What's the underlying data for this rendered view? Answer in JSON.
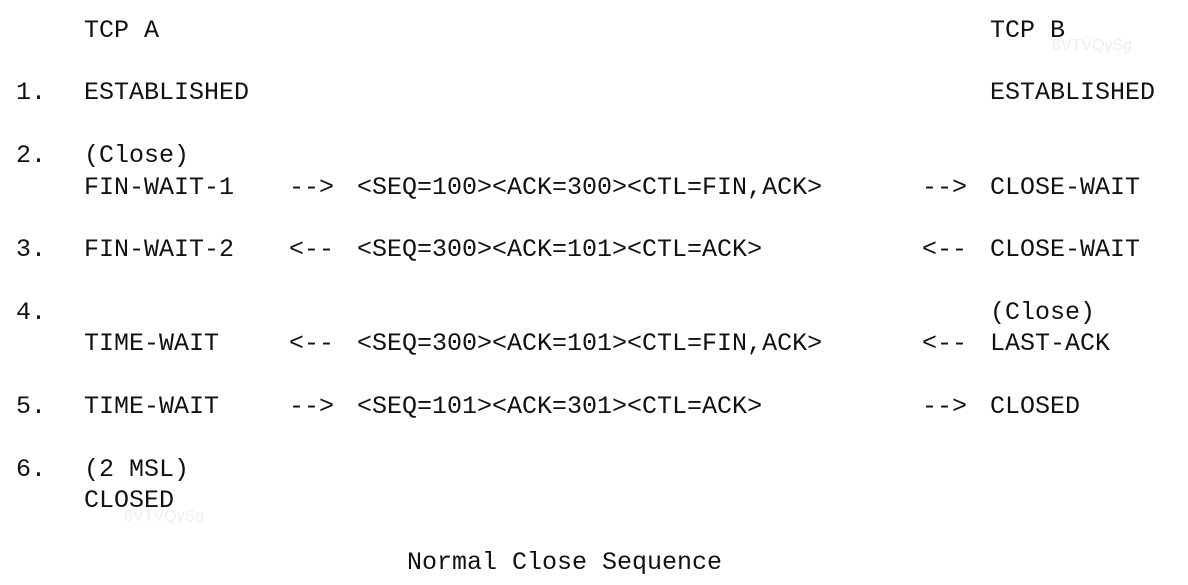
{
  "header": {
    "tcp_a": "TCP A",
    "tcp_b": "TCP B"
  },
  "steps": [
    {
      "num": "1.",
      "a_note": "",
      "a_state": "ESTABLISHED",
      "arrow_left": "",
      "segment": "",
      "arrow_right": "",
      "b_note": "",
      "b_state": "ESTABLISHED"
    },
    {
      "num": "2.",
      "a_note": "(Close)",
      "a_state": "FIN-WAIT-1",
      "arrow_left": "-->",
      "segment": "<SEQ=100><ACK=300><CTL=FIN,ACK>",
      "arrow_right": "-->",
      "b_note": "",
      "b_state": "CLOSE-WAIT"
    },
    {
      "num": "3.",
      "a_note": "",
      "a_state": "FIN-WAIT-2",
      "arrow_left": "<--",
      "segment": "<SEQ=300><ACK=101><CTL=ACK>",
      "arrow_right": "<--",
      "b_note": "",
      "b_state": "CLOSE-WAIT"
    },
    {
      "num": "4.",
      "a_note": "",
      "a_state": "TIME-WAIT",
      "arrow_left": "<--",
      "segment": "<SEQ=300><ACK=101><CTL=FIN,ACK>",
      "arrow_right": "<--",
      "b_note": "(Close)",
      "b_state": "LAST-ACK"
    },
    {
      "num": "5.",
      "a_note": "",
      "a_state": "TIME-WAIT",
      "arrow_left": "-->",
      "segment": "<SEQ=101><ACK=301><CTL=ACK>",
      "arrow_right": "-->",
      "b_note": "",
      "b_state": "CLOSED"
    },
    {
      "num": "6.",
      "a_note": "(2 MSL)",
      "a_state": "CLOSED",
      "arrow_left": "",
      "segment": "",
      "arrow_right": "",
      "b_note": "",
      "b_state": ""
    }
  ],
  "caption": "Normal Close Sequence",
  "watermarks": [
    "8VTVQySg",
    "8VTVQySg"
  ]
}
